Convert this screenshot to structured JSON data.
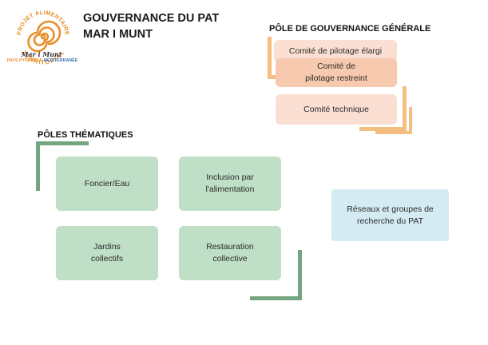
{
  "header": {
    "title_line1": "GOUVERNANCE DU PAT",
    "title_line2": "MAR I MUNT"
  },
  "logo": {
    "ring_text_top": "PROJET ALIMENTAIRE",
    "ring_text_bottom": "TERRITORIAL",
    "name": "Mar i Munt",
    "tagline_part1": "PAYS ",
    "tagline_part2": "PYRÉNÉES ",
    "tagline_part3": "MÉDITERRANÉE",
    "colors": {
      "orange": "#E88F2B",
      "blue": "#3d6fb0"
    }
  },
  "governance": {
    "label": "PÔLE DE GOUVERNANCE GÉNÉRALE",
    "items": [
      {
        "text": "Comité de pilotage élargi"
      },
      {
        "line1": "Comité de",
        "line2": "pilotage restreint"
      },
      {
        "text": "Comité technique"
      }
    ]
  },
  "thematic": {
    "label": "PÔLES THÉMATIQUES",
    "items": [
      {
        "line1": "Foncier/Eau",
        "line2": ""
      },
      {
        "line1": "Inclusion par",
        "line2": "l'alimentation"
      },
      {
        "line1": "Jardins",
        "line2": "collectifs"
      },
      {
        "line1": "Restauration",
        "line2": "collective"
      }
    ]
  },
  "network": {
    "line1": "Réseaux et groupes de",
    "line2": "recherche du PAT"
  },
  "colors": {
    "green_box": "#BFDFC6",
    "green_bar": "#74A480",
    "orange_bar": "#F4BE80",
    "peach_box": "#F7C9AE",
    "peach_light_box": "#FBDFD2",
    "blue_box": "#D4EBF4"
  }
}
